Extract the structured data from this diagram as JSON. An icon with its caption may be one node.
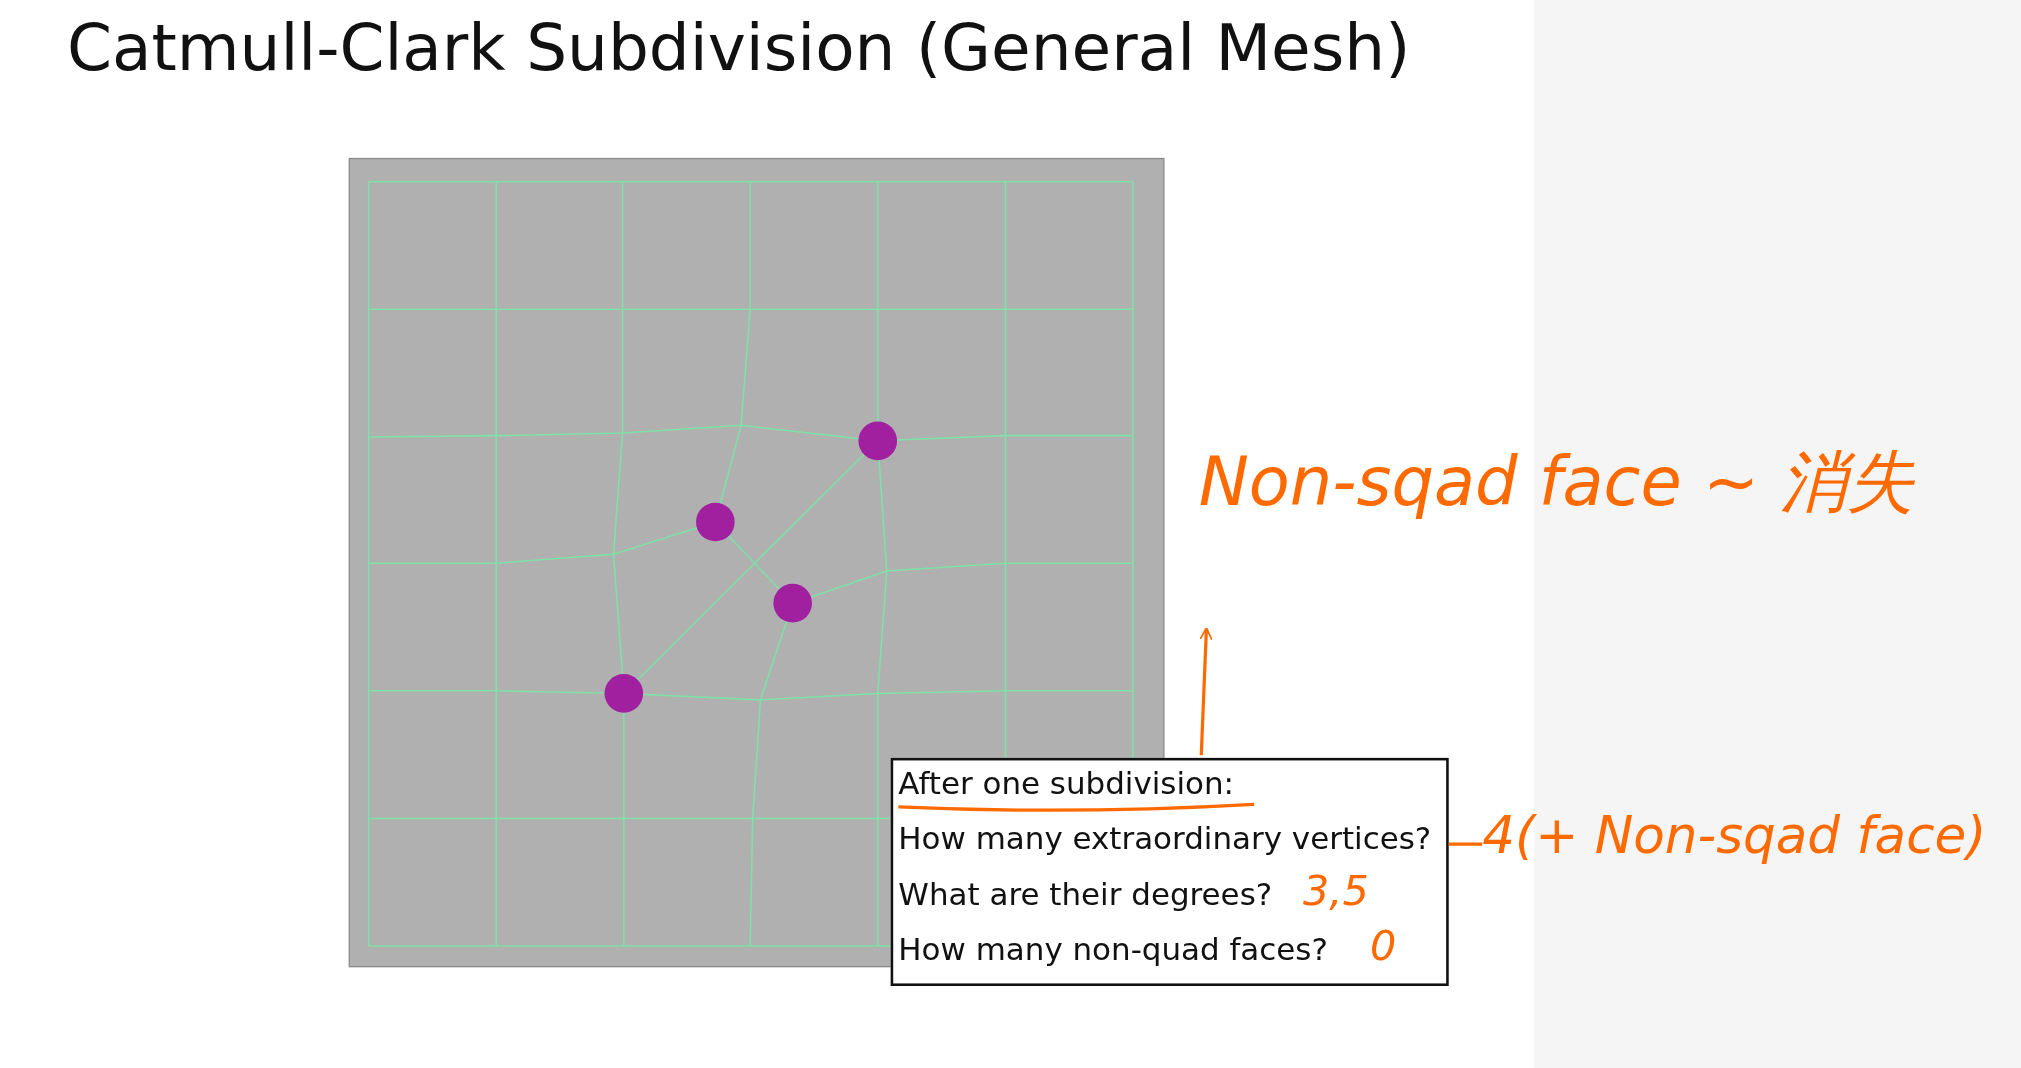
{
  "diagram": {
    "title": "Catmull-Clark Subdivision (General Mesh)",
    "nodes": [
      {
        "text": [
          "After one subdivision:",
          "How many extraordinary vertices?",
          "What are their degrees?",
          "3,5",
          "How many non-quad faces?",
          "0"
        ]
      },
      {
        "text": [
          "Non-sqad face ~ 消失"
        ]
      },
      {
        "text": [
          "4(+ Non-sqad face)"
        ]
      }
    ],
    "edges": [
      {
        "from": 0,
        "to": 1,
        "arrow": "to",
        "color": "#ff6a00"
      },
      {
        "from": 0,
        "to": 2,
        "arrow": "none",
        "color": "#ff6a00"
      }
    ]
  }
}
